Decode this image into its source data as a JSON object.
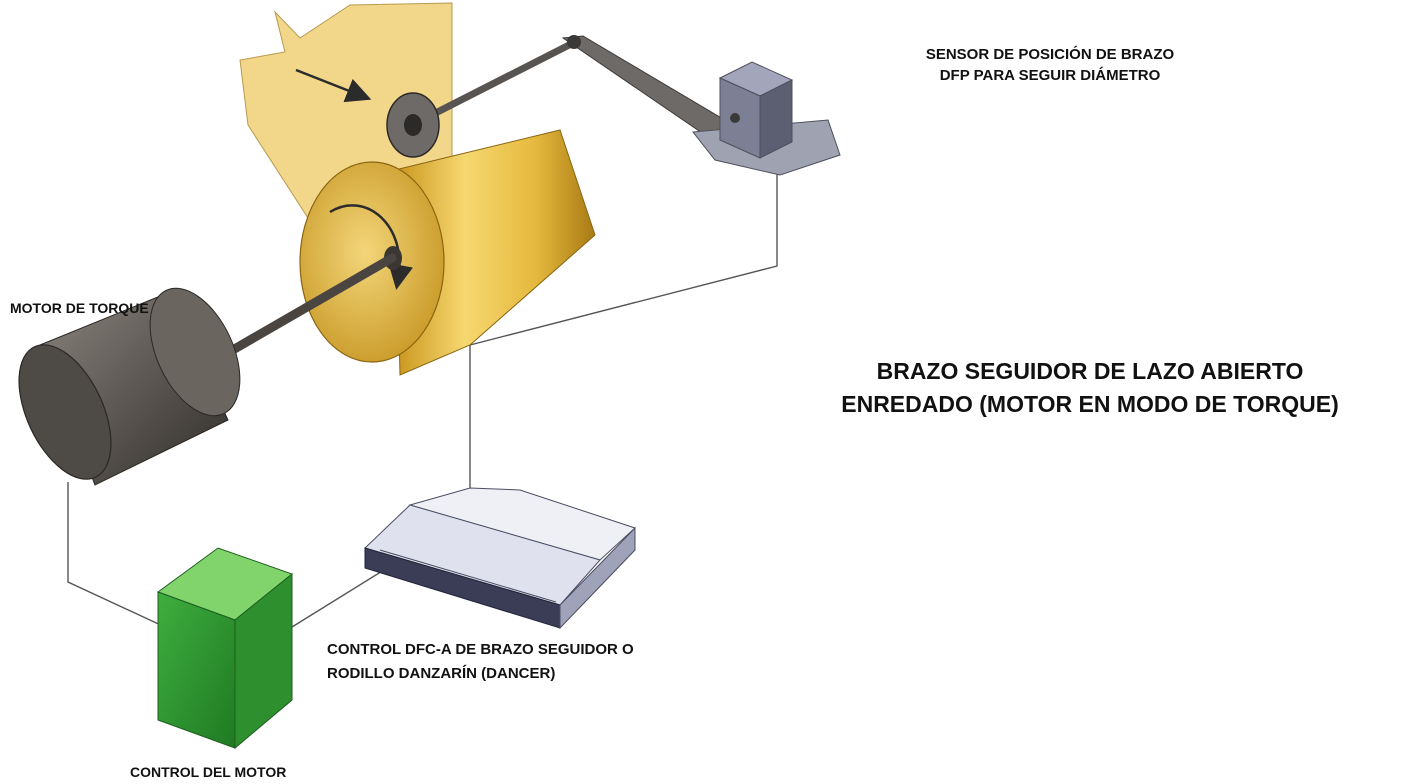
{
  "labels": {
    "sensor_line1": "SENSOR DE POSICIÓN DE BRAZO",
    "sensor_line2": "DFP PARA SEGUIR DIÁMETRO",
    "torque_motor": "MOTOR DE TORQUE",
    "dfc_line1": "CONTROL DFC-A DE BRAZO SEGUIDOR O",
    "dfc_line2": "RODILLO DANZARÍN (DANCER)",
    "motor_control": "CONTROL DEL MOTOR"
  },
  "title": {
    "line1": "BRAZO SEGUIDOR DE LAZO ABIERTO",
    "line2": "ENREDADO (MOTOR EN MODO DE TORQUE)"
  },
  "colors": {
    "roll": "#e0b83a",
    "web": "#f2d68a",
    "motor": "#5d5853",
    "motor_control": "#3fae3f",
    "dfc_box": "#dfe2ee",
    "sensor": "#7d8095",
    "wire": "#555555"
  }
}
